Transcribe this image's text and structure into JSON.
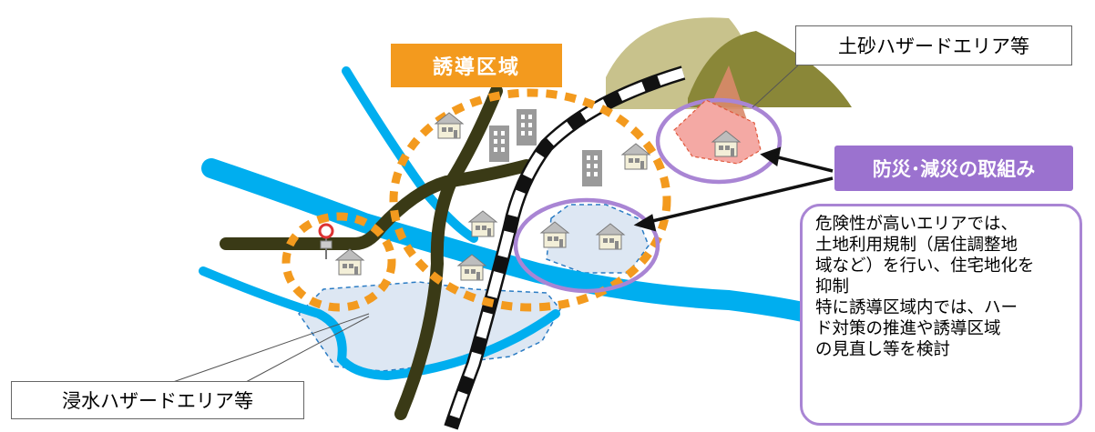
{
  "labels": {
    "landslide_hazard": "土砂ハザードエリア等",
    "flood_hazard": "浸水ハザードエリア等",
    "induction_area": "誘導区域",
    "disaster_prevention": "防災･減災の取組み",
    "measures_note": "危険性が高いエリアでは、\n土地利用規制（居住調整地\n域など）を行い、住宅地化を\n抑制\n特に誘導区域内では、ハー\nド対策の推進や誘導区域\nの見直し等を検討"
  },
  "colors": {
    "induction_ring": "#f39a1e",
    "river": "#00aeef",
    "road": "#3a3a16",
    "flood_area": "#dde7f3",
    "hazard_circle": "#a985d4",
    "landslide_zone": "#f4a9a4",
    "mountain_back": "#c8c28c",
    "mountain_front": "#8a8738",
    "building": "#a0a0a0"
  },
  "icons": [
    "bus-stop-icon",
    "house-icon",
    "building-icon",
    "mountain-icon",
    "railway-icon"
  ]
}
